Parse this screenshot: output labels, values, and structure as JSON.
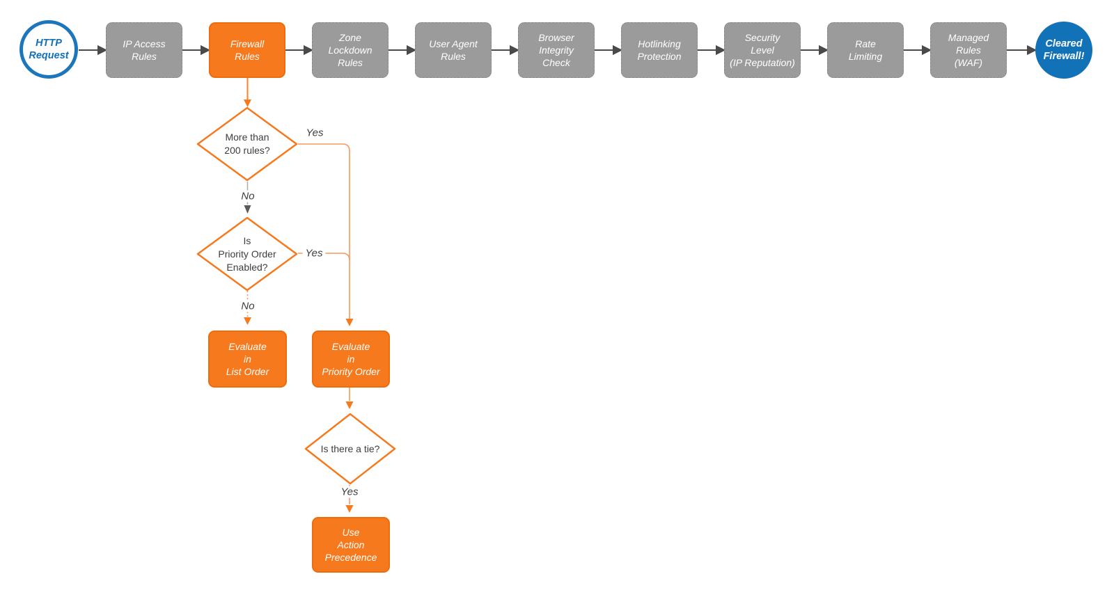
{
  "colors": {
    "orange_fill": "#f7791e",
    "orange_border": "#ee6c0c",
    "orange_line_light": "#f9975c",
    "gray_box_fill": "#9b9b9b",
    "gray_box_border": "#878787",
    "arrow_dark_gray": "#4a4a4a",
    "gray_connector_line": "#b0b0b0",
    "blue_fill": "#1172b8",
    "blue_border": "#1b76bc",
    "decision_text": "#3d3d3d",
    "node_text": "#ffffff"
  },
  "pipeline": {
    "start": {
      "label": "HTTP\nRequest"
    },
    "steps": [
      {
        "label": "IP Access\nRules",
        "highlight": false
      },
      {
        "label": "Firewall\nRules",
        "highlight": true
      },
      {
        "label": "Zone\nLockdown\nRules",
        "highlight": false
      },
      {
        "label": "User Agent\nRules",
        "highlight": false
      },
      {
        "label": "Browser\nIntegrity\nCheck",
        "highlight": false
      },
      {
        "label": "Hotlinking\nProtection",
        "highlight": false
      },
      {
        "label": "Security\nLevel\n(IP Reputation)",
        "highlight": false
      },
      {
        "label": "Rate\nLimiting",
        "highlight": false
      },
      {
        "label": "Managed\nRules\n(WAF)",
        "highlight": false
      }
    ],
    "end": {
      "label": "Cleared\nFirewall!"
    }
  },
  "firewall_flow": {
    "decision_200_rules": {
      "label": "More than\n200 rules?",
      "yes_label": "Yes",
      "no_label": "No"
    },
    "decision_priority_enabled": {
      "label": "Is\nPriority Order\nEnabled?",
      "yes_label": "Yes",
      "no_label": "No"
    },
    "evaluate_list_order": {
      "label": "Evaluate\nin\nList Order"
    },
    "evaluate_priority_order": {
      "label": "Evaluate\nin\nPriority Order"
    },
    "decision_tie": {
      "label": "Is there a tie?",
      "yes_label": "Yes"
    },
    "use_action_precedence": {
      "label": "Use\nAction\nPrecedence"
    }
  }
}
